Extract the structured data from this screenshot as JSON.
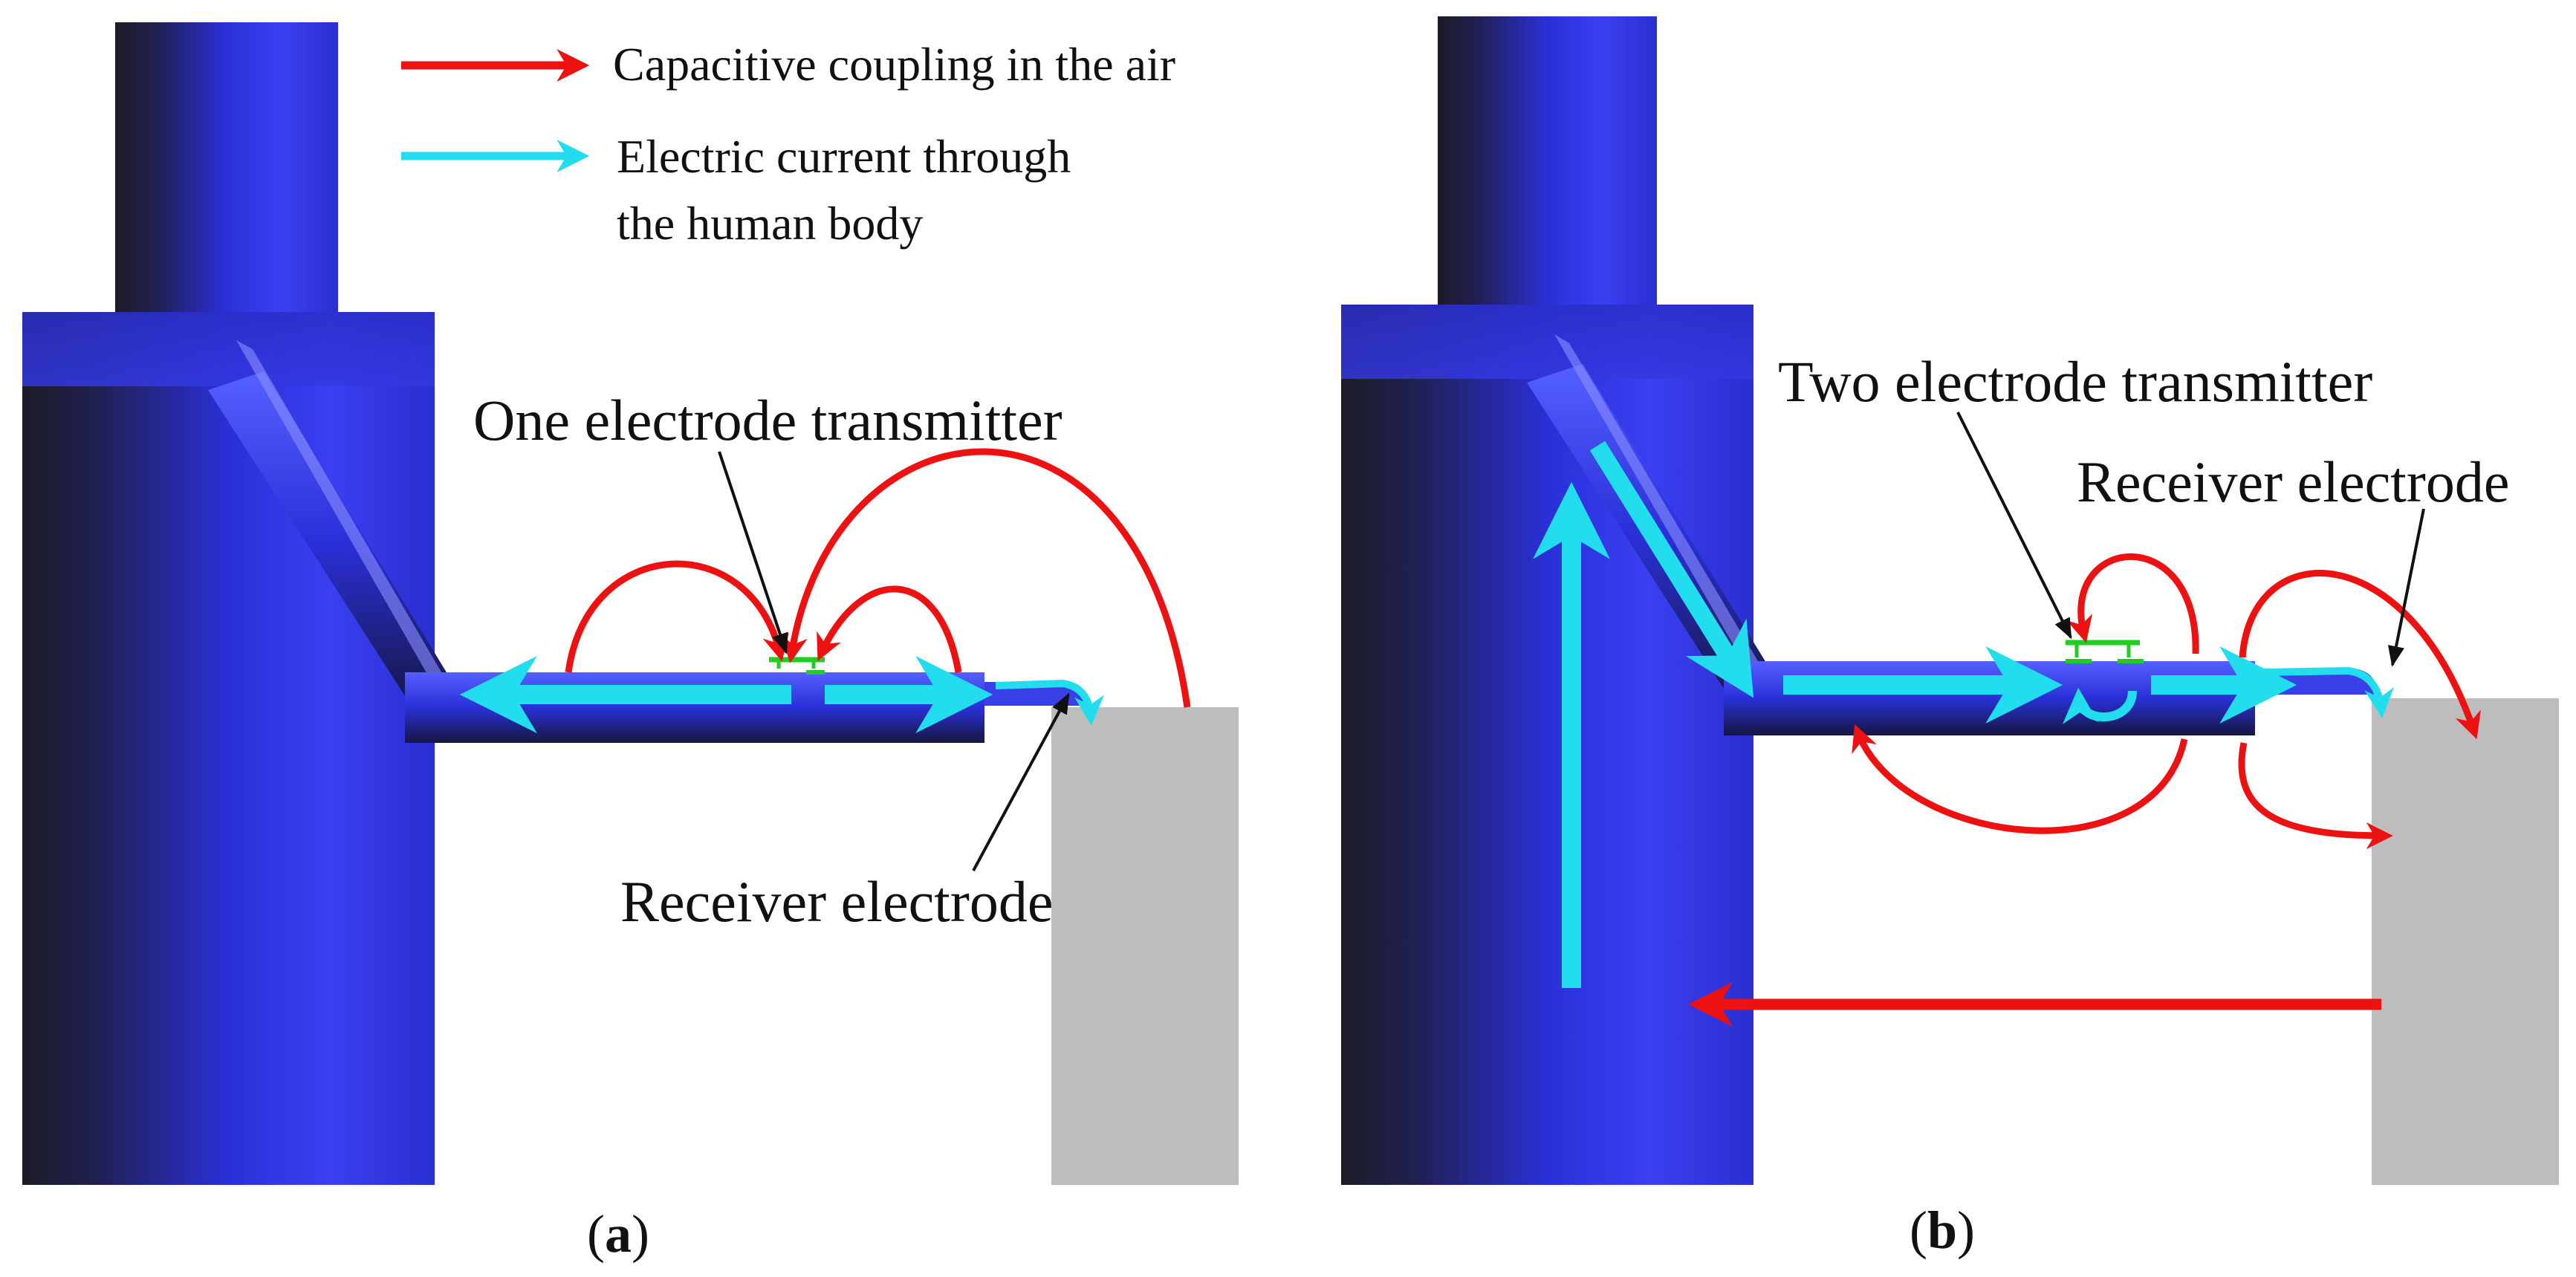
{
  "legend": {
    "items": [
      {
        "label": "Capacitive coupling in the air",
        "color": "#ee1111"
      },
      {
        "label_line1": "Electric current through",
        "label_line2": "the human body",
        "color": "#22ddee"
      }
    ]
  },
  "panel_a": {
    "transmitter_label": "One electrode transmitter",
    "receiver_label": "Receiver electrode",
    "caption_open": "(",
    "caption_letter": "a",
    "caption_close": ")"
  },
  "panel_b": {
    "transmitter_label": "Two electrode transmitter",
    "receiver_label": "Receiver electrode",
    "caption_open": "(",
    "caption_letter": "b",
    "caption_close": ")"
  },
  "colors": {
    "body_blue": "#2a2fd8",
    "body_dark": "#1c1c2e",
    "capacitive_arrow": "#ee1111",
    "current_arrow": "#22ddee",
    "ground_object": "#bdbdbd",
    "electrode": "#22cc22"
  }
}
